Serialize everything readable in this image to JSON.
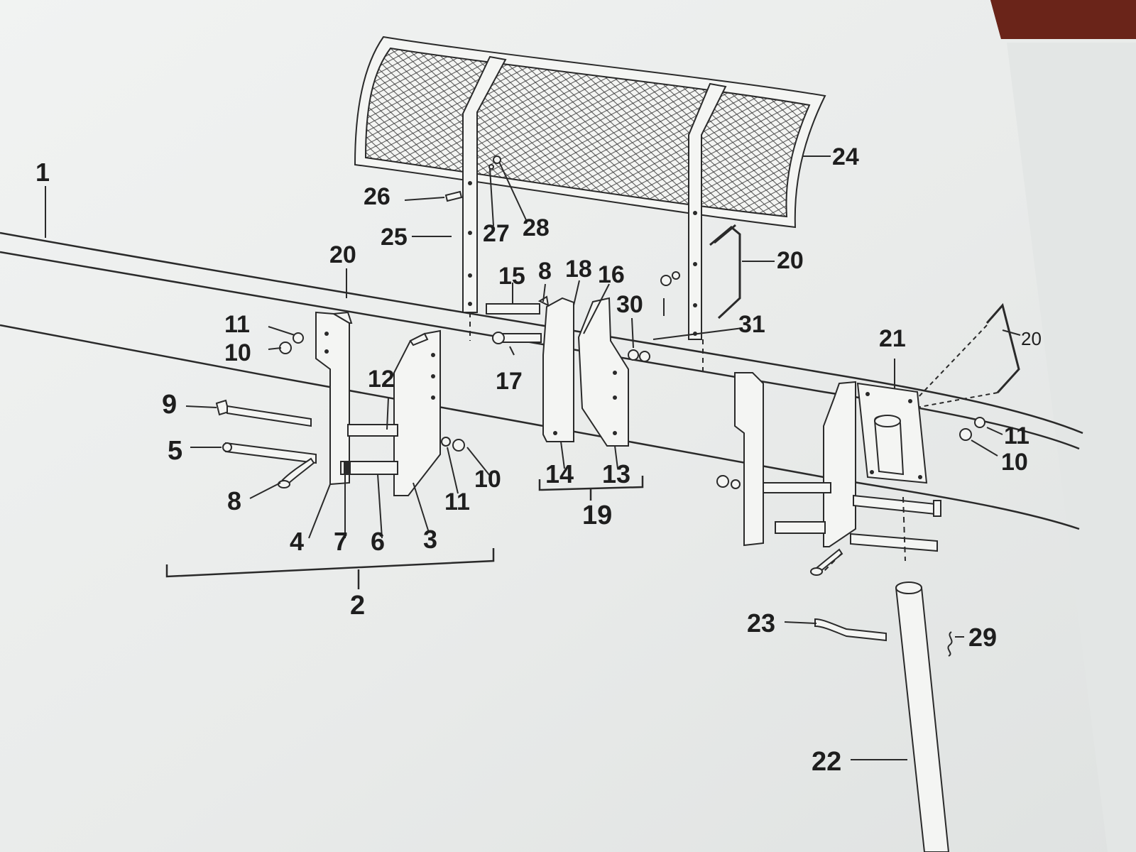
{
  "colors": {
    "paper": "#eceeed",
    "paper_shadow": "#d9dcdb",
    "ink": "#2a2a2a",
    "table_edge": "#5a1f16"
  },
  "callouts": [
    {
      "id": "c1",
      "text": "1"
    },
    {
      "id": "c2",
      "text": "2"
    },
    {
      "id": "c3",
      "text": "3"
    },
    {
      "id": "c4",
      "text": "4"
    },
    {
      "id": "c5",
      "text": "5"
    },
    {
      "id": "c6",
      "text": "6"
    },
    {
      "id": "c7",
      "text": "7"
    },
    {
      "id": "c8a",
      "text": "8"
    },
    {
      "id": "c8b",
      "text": "8"
    },
    {
      "id": "c9",
      "text": "9"
    },
    {
      "id": "c10a",
      "text": "10"
    },
    {
      "id": "c10b",
      "text": "10"
    },
    {
      "id": "c10c",
      "text": "10"
    },
    {
      "id": "c11a",
      "text": "11"
    },
    {
      "id": "c11b",
      "text": "11"
    },
    {
      "id": "c11c",
      "text": "11"
    },
    {
      "id": "c12",
      "text": "12"
    },
    {
      "id": "c13",
      "text": "13"
    },
    {
      "id": "c14",
      "text": "14"
    },
    {
      "id": "c15",
      "text": "15"
    },
    {
      "id": "c16",
      "text": "16"
    },
    {
      "id": "c17",
      "text": "17"
    },
    {
      "id": "c18",
      "text": "18"
    },
    {
      "id": "c19",
      "text": "19"
    },
    {
      "id": "c20a",
      "text": "20"
    },
    {
      "id": "c20b",
      "text": "20"
    },
    {
      "id": "c20c",
      "text": "20"
    },
    {
      "id": "c21",
      "text": "21"
    },
    {
      "id": "c22",
      "text": "22"
    },
    {
      "id": "c23",
      "text": "23"
    },
    {
      "id": "c24",
      "text": "24"
    },
    {
      "id": "c25",
      "text": "25"
    },
    {
      "id": "c26",
      "text": "26"
    },
    {
      "id": "c27",
      "text": "27"
    },
    {
      "id": "c28",
      "text": "28"
    },
    {
      "id": "c29",
      "text": "29"
    },
    {
      "id": "c30",
      "text": "30"
    },
    {
      "id": "c31",
      "text": "31"
    }
  ]
}
